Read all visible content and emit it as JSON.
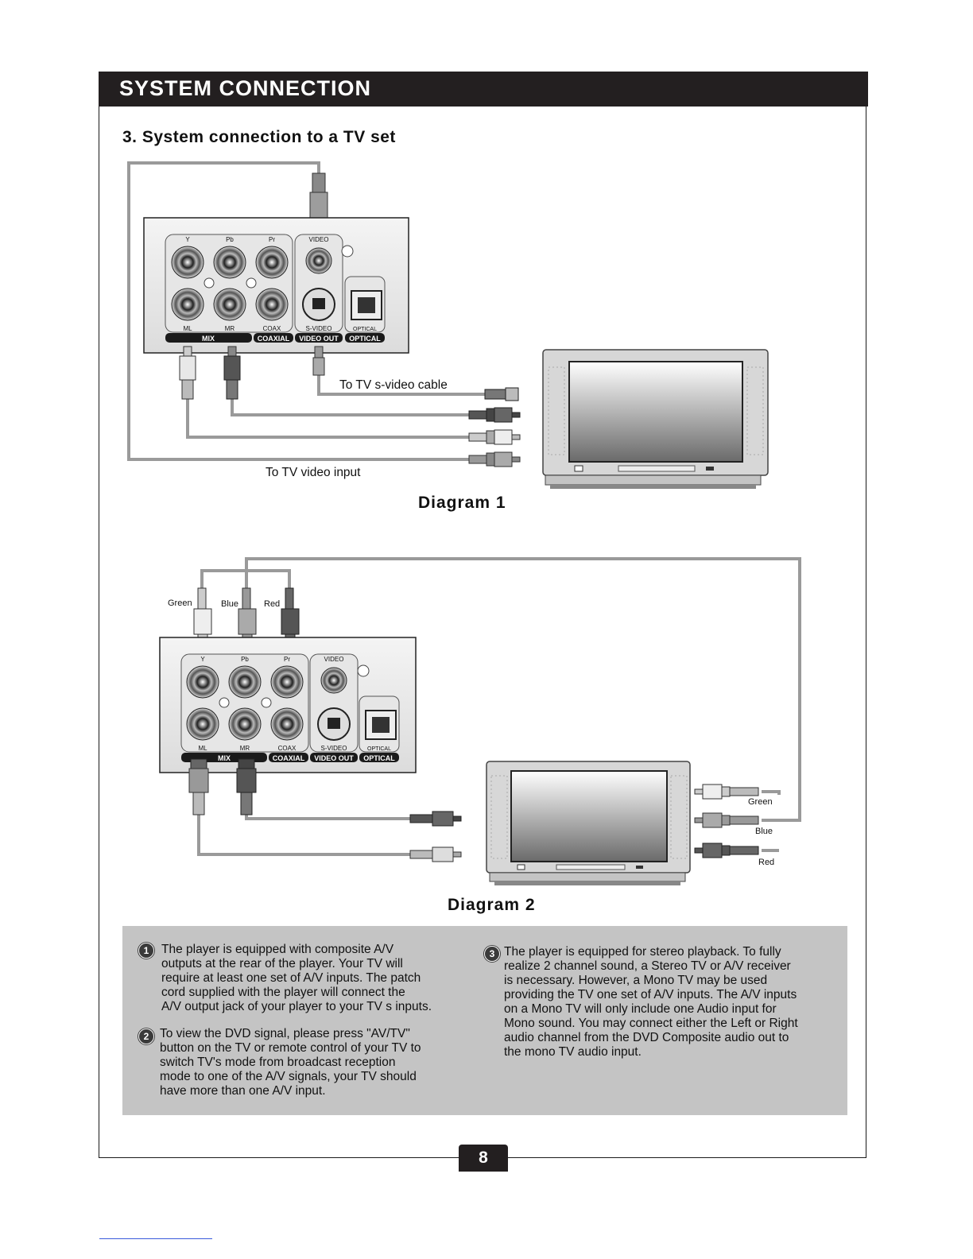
{
  "header": {
    "title": "SYSTEM CONNECTION"
  },
  "section": {
    "heading": "3. System connection to a TV set"
  },
  "panel_labels": {
    "y": "Y",
    "pb": "Pb",
    "pr": "Pr",
    "video": "VIDEO",
    "ml": "ML",
    "mr": "MR",
    "coax": "COAX",
    "s_video": "S-VIDEO",
    "optical_small": "OPTICAL",
    "mix": "MIX",
    "coaxial": "COAXIAL",
    "video_out": "VIDEO OUT",
    "optical": "OPTICAL"
  },
  "diagram1": {
    "svideo_cable_label": "To TV s-video cable",
    "video_input_label": "To TV video input",
    "caption": "Diagram 1"
  },
  "diagram2": {
    "green_label": "Green",
    "blue_label": "Blue",
    "red_label": "Red",
    "tv_green_label": "Green",
    "tv_blue_label": "Blue",
    "tv_red_label": "Red",
    "caption": "Diagram 2"
  },
  "notes": [
    {
      "num": "1",
      "text": "The player is equipped with composite A/V\noutputs at the rear of the player. Your TV will\nrequire at least one set of A/V inputs. The patch\ncord supplied with the player will connect the\nA/V output jack of your player to your TV s inputs."
    },
    {
      "num": "2",
      "text": "To view the DVD signal, please press  \"AV/TV\"\nbutton on the TV or  remote control of your TV to\nswitch TV's mode from broadcast reception\nmode to one of  the A/V signals, your TV should\nhave more than one A/V input."
    },
    {
      "num": "3",
      "text": "The player is equipped for stereo playback. To fully\nrealize 2 channel sound, a Stereo TV or A/V receiver\nis necessary. However, a Mono TV may be used\nproviding the TV one set of A/V inputs. The A/V inputs\non a Mono TV will only include one Audio input for\nMono sound. You may connect either the Left or Right\naudio channel from the DVD Composite audio out to\nthe mono TV audio input."
    }
  ],
  "footer": {
    "page_number": "8"
  },
  "colors": {
    "title_bar": "#231f20",
    "notes_bg": "#c4c4c4",
    "cable": "#9a9a9a"
  }
}
